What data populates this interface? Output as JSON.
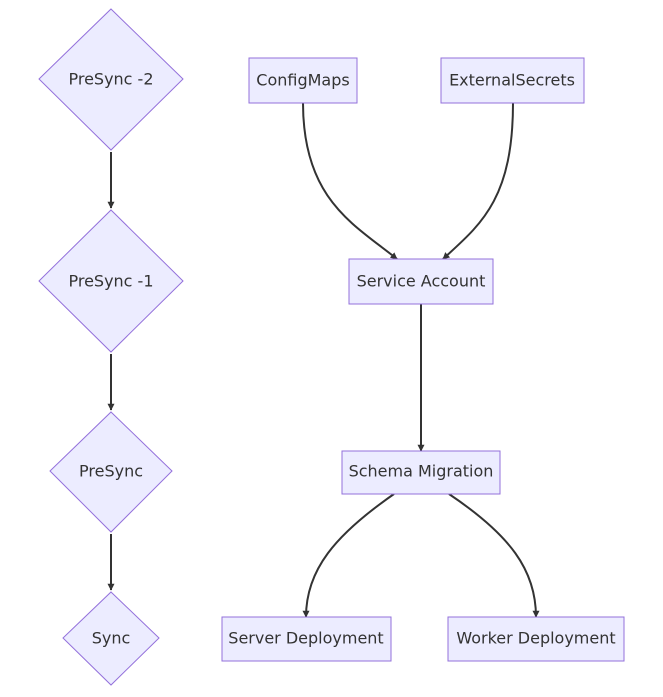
{
  "diagram": {
    "colors": {
      "node_fill": "#ECECFF",
      "node_stroke": "#9370DB",
      "edge": "#333333",
      "text": "#333333"
    },
    "nodes": {
      "presync_minus2": "PreSync -2",
      "presync_minus1": "PreSync -1",
      "presync": "PreSync",
      "sync": "Sync",
      "configmaps": "ConfigMaps",
      "externalsecrets": "ExternalSecrets",
      "service_account": "Service Account",
      "schema_migration": "Schema Migration",
      "server_deployment": "Server Deployment",
      "worker_deployment": "Worker Deployment"
    },
    "edges": [
      {
        "from": "presync_minus2",
        "to": "presync_minus1"
      },
      {
        "from": "presync_minus1",
        "to": "presync"
      },
      {
        "from": "presync",
        "to": "sync"
      },
      {
        "from": "configmaps",
        "to": "service_account"
      },
      {
        "from": "externalsecrets",
        "to": "service_account"
      },
      {
        "from": "service_account",
        "to": "schema_migration"
      },
      {
        "from": "schema_migration",
        "to": "server_deployment"
      },
      {
        "from": "schema_migration",
        "to": "worker_deployment"
      }
    ]
  }
}
